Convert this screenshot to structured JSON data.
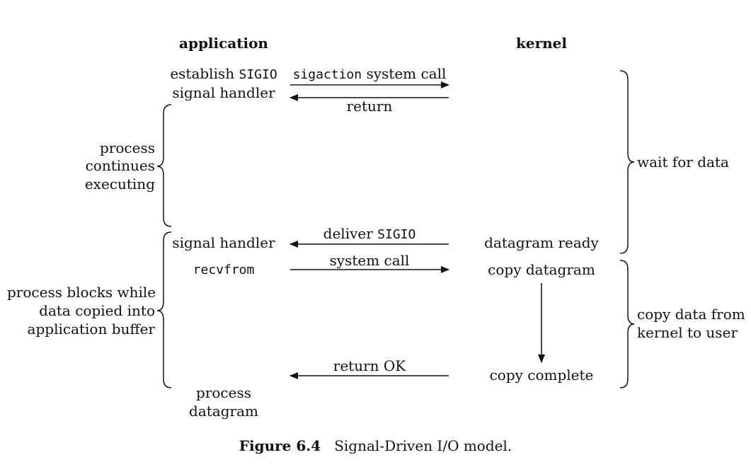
{
  "headers": {
    "application": "application",
    "kernel": "kernel"
  },
  "app_column": {
    "establish_prefix": "establish",
    "establish_signal": "SIGIO",
    "signal_handler_1": "signal handler",
    "process_continues": [
      "process",
      "continues",
      "executing"
    ],
    "signal_handler_2": "signal handler",
    "recvfrom": "recvfrom",
    "process_blocks": [
      "process blocks while",
      "data copied into",
      "application buffer"
    ],
    "process_datagram": [
      "process",
      "datagram"
    ]
  },
  "arrows": {
    "sigaction_fn": "sigaction",
    "sigaction_rest": "system call",
    "return": "return",
    "deliver_prefix": "deliver",
    "deliver_signal": "SIGIO",
    "system_call": "system call",
    "return_ok": "return OK"
  },
  "kernel_column": {
    "datagram_ready": "datagram ready",
    "copy_datagram": "copy datagram",
    "copy_complete": "copy complete"
  },
  "phases": {
    "wait_for_data": "wait for data",
    "copy_data": [
      "copy data from",
      "kernel to user"
    ]
  },
  "caption": {
    "label": "Figure 6.4",
    "text": "Signal-Driven I/O model."
  }
}
